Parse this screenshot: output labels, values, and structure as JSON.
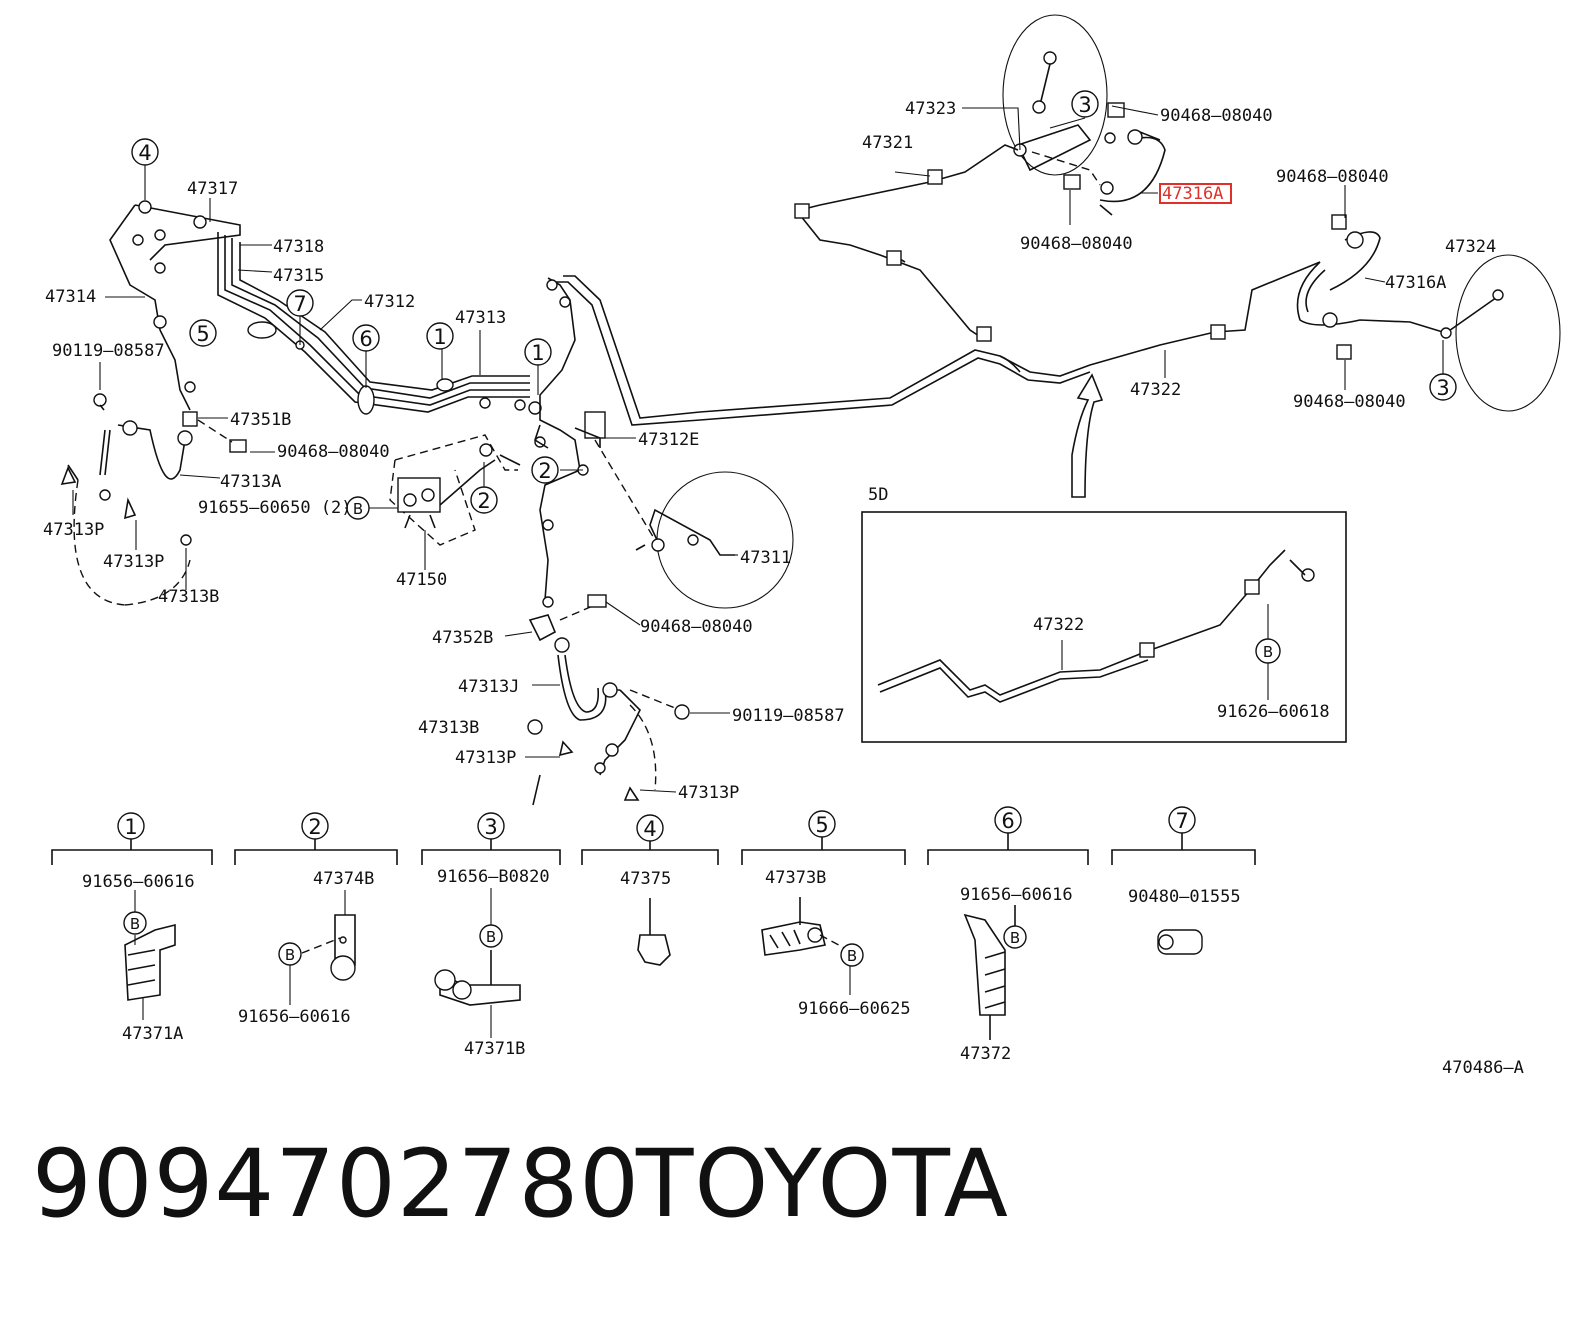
{
  "diagram_code": "470486–A",
  "inset_label": "5D",
  "footer": {
    "part_number": "9094702780",
    "brand": "TOYOTA"
  },
  "highlight_color": "#e0302a",
  "callouts": {
    "c1": "1",
    "c2": "2",
    "c3": "3",
    "c4": "4",
    "c5": "5",
    "c6": "6",
    "c7": "7",
    "b": "B"
  },
  "labels": {
    "p47323": "47323",
    "p47321": "47321",
    "p90468_a": "90468–08040",
    "p47316A_hl": "47316A",
    "p90468_b": "90468–08040",
    "p90468_c": "90468–08040",
    "p47324": "47324",
    "p47316A": "47316A",
    "p47322": "47322",
    "p90468_d": "90468–08040",
    "p47317": "47317",
    "p47318": "47318",
    "p47315": "47315",
    "p47314": "47314",
    "p47312": "47312",
    "p47313": "47313",
    "p90119_a": "90119–08587",
    "p47351B": "47351B",
    "p90468_e": "90468–08040",
    "p47313A": "47313A",
    "p91655": "91655–60650 (2)",
    "p47313P_a": "47313P",
    "p47313P_b": "47313P",
    "p47313B_a": "47313B",
    "p47150": "47150",
    "p47312E": "47312E",
    "p47311": "47311",
    "p47352B": "47352B",
    "p90468_f": "90468–08040",
    "p47313J": "47313J",
    "p90119_b": "90119–08587",
    "p47313B_b": "47313B",
    "p47313P_c": "47313P",
    "p47313P_d": "47313P",
    "p47322_inset": "47322",
    "p91626": "91626–60618",
    "p91656_1": "91656–60616",
    "p47371A": "47371A",
    "p47374B": "47374B",
    "p91656_2": "91656–60616",
    "p91656_3": "91656–B0820",
    "p47371B": "47371B",
    "p47375": "47375",
    "p47373B": "47373B",
    "p91666": "91666–60625",
    "p91656_6": "91656–60616",
    "p47372": "47372",
    "p90480": "90480–01555"
  }
}
